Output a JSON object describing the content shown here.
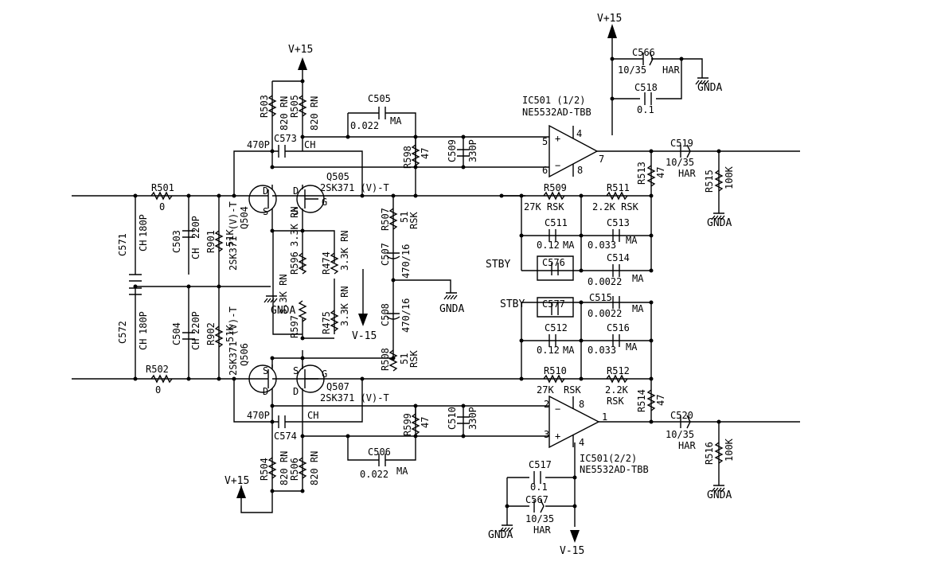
{
  "supplies": {
    "vpos_top": "V+15",
    "vpos_mid": "V+15",
    "vpos_bottom": "V+15",
    "vneg_mid": "V-15",
    "vneg_bottom": "V-15",
    "gnda": [
      "GNDA",
      "GNDA",
      "GNDA",
      "GNDA",
      "GNDA",
      "GNDA"
    ],
    "stby": [
      "STBY",
      "STBY"
    ]
  },
  "ics": {
    "top_ref": "IC501 (1/2)",
    "top_part": "NE5532AD-TBB",
    "bottom_ref": "IC501(2/2)",
    "bottom_part": "NE5532AD-TBB",
    "top_pins": [
      "4",
      "5",
      "6",
      "7",
      "8"
    ],
    "bottom_pins": [
      "2",
      "3",
      "1",
      "4",
      "8"
    ],
    "plus": "+",
    "minus": "−"
  },
  "transistors": {
    "q504": "Q504",
    "q504_part": "2SK371 (V)-T",
    "q505": "Q505",
    "q505_part": "2SK371 (V)-T",
    "q506": "Q506",
    "q506_part": "2SK371 (V)-T",
    "q507": "Q507",
    "q507_part": "2SK371 (V)-T",
    "pin_d": "D",
    "pin_s": "S",
    "pin_g": "G"
  },
  "resistors": {
    "r501": "R501",
    "r501_v": "0",
    "r502": "R502",
    "r502_v": "0",
    "r503": "R503",
    "r503_v": "820 RN",
    "r504": "R504",
    "r504_v": "820 RN",
    "r505": "R505",
    "r505_v": "820 RN",
    "r506": "R506",
    "r506_v": "820 RN",
    "r507": "R507",
    "r507_v": "51",
    "r507_t": "RSK",
    "r508": "R508",
    "r508_v": "51",
    "r508_t": "RSK",
    "r509": "R509",
    "r509_v": "27K RSK",
    "r510": "R510",
    "r510_v": "27K",
    "r510_t": "RSK",
    "r511": "R511",
    "r511_v": "2.2K RSK",
    "r512": "R512",
    "r512_v": "2.2K",
    "r512_t": "RSK",
    "r513": "R513",
    "r513_v": "47",
    "r514": "R514",
    "r514_v": "47",
    "r515": "R515",
    "r515_v": "100K",
    "r516": "R516",
    "r516_v": "100K",
    "r596": "R596",
    "r596_v": "3.3K RN",
    "r597": "R597",
    "r597_v": "3.3K RN",
    "r474": "R474",
    "r474_v": "3.3K RN",
    "r475": "R475",
    "r475_v": "3.3K RN",
    "r598": "R598",
    "r598_v": "47",
    "r599": "R599",
    "r599_v": "47",
    "r901": "R901",
    "r901_v": "51K",
    "r902": "R902",
    "r902_v": "51K"
  },
  "capacitors": {
    "c503": "C503",
    "c503_v": "220P",
    "c503_t": "CH",
    "c504": "C504",
    "c504_v": "220P",
    "c504_t": "CH",
    "c505": "C505",
    "c505_v": "0.022",
    "c505_t": "MA",
    "c506": "C506",
    "c506_v": "0.022",
    "c506_t": "MA",
    "c507": "C507",
    "c507_v": "470/16",
    "c508": "C508",
    "c508_v": "470/16",
    "c509": "C509",
    "c509_v": "330P",
    "c510": "C510",
    "c510_v": "330P",
    "c511": "C511",
    "c511_v": "0.12",
    "c511_t": "MA",
    "c512": "C512",
    "c512_v": "0.12",
    "c512_t": "MA",
    "c513": "C513",
    "c513_v": "0.033",
    "c513_t": "MA",
    "c514": "C514",
    "c514_v": "0.0022",
    "c514_t": "MA",
    "c515": "C515",
    "c515_v": "0.0022",
    "c515_t": "MA",
    "c516": "C516",
    "c516_v": "0.033",
    "c516_t": "MA",
    "c517": "C517",
    "c517_v": "0.1",
    "c518": "C518",
    "c518_v": "0.1",
    "c519": "C519",
    "c519_v": "10/35",
    "c519_t": "HAR",
    "c520": "C520",
    "c520_v": "10/35",
    "c520_t": "HAR",
    "c566": "C566",
    "c566_v": "10/35",
    "c566_t": "HAR",
    "c567": "C567",
    "c567_v": "10/35",
    "c567_t": "HAR",
    "c571": "C571",
    "c571_v": "180P",
    "c571_t": "CH",
    "c572": "C572",
    "c572_v": "180P",
    "c572_t": "CH",
    "c573": "C573",
    "c573_v": "470P",
    "c573_t": "CH",
    "c574": "C574",
    "c574_v": "470P",
    "c574_t": "CH",
    "c576": "C576",
    "c577": "C577"
  }
}
